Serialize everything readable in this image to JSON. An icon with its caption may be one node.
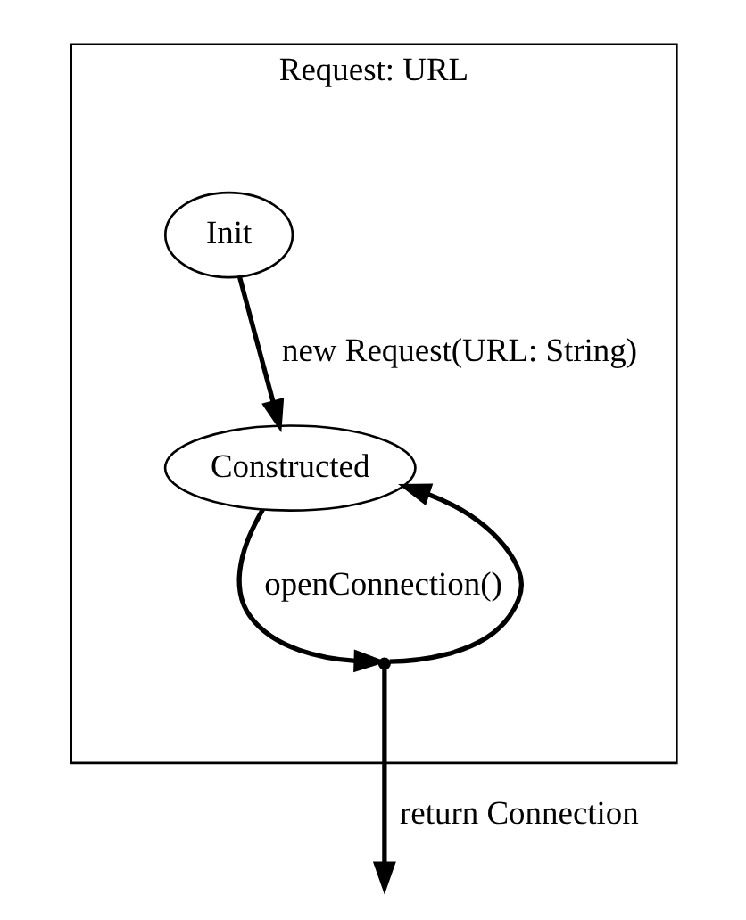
{
  "diagram": {
    "nodes": [
      {
        "text": [
          "Request: URL"
        ]
      },
      {
        "text": [
          "Init"
        ],
        "in": 0
      },
      {
        "text": [
          "Constructed"
        ],
        "in": 0
      },
      {
        "text": [],
        "shape": "point",
        "in": 0
      }
    ],
    "edges": [
      {
        "from": 1,
        "to": 2,
        "arrow": "to",
        "label": "new Request(URL: String)"
      },
      {
        "from": 2,
        "to": 3,
        "arrow": "to",
        "label": "openConnection()"
      },
      {
        "from": 3,
        "to": 2,
        "arrow": "to"
      },
      {
        "from": 3,
        "to": null,
        "arrow": "to",
        "label": "return Connection"
      }
    ]
  }
}
